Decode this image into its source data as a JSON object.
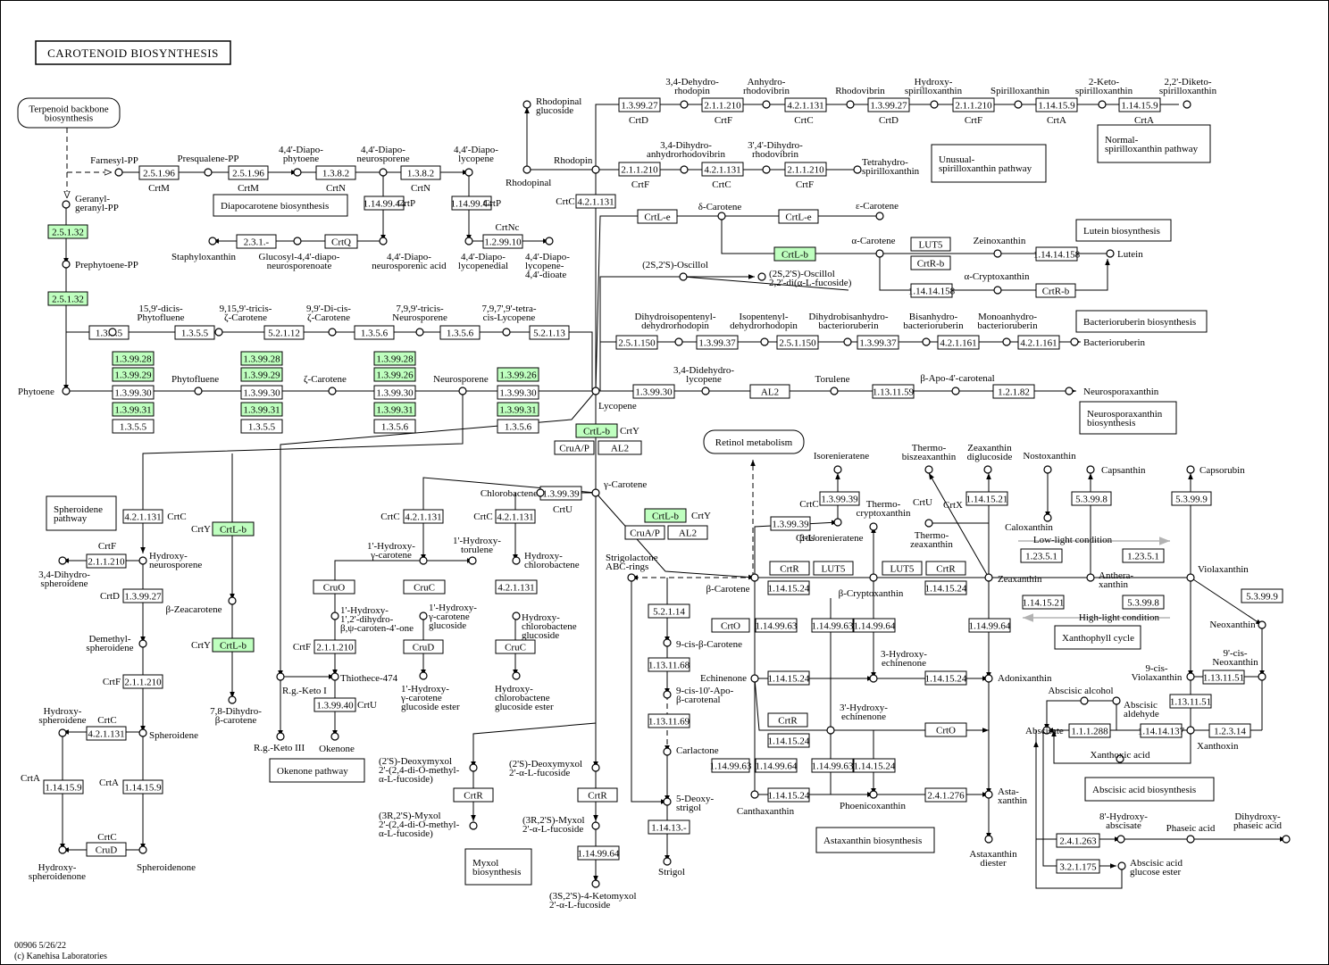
{
  "title": "CAROTENOID BIOSYNTHESIS",
  "footer": {
    "code": "00906 5/26/22",
    "copyright": "(c) Kanehisa Laboratories"
  },
  "colors": {
    "highlight": "#bfffbf",
    "box": "#ffffff",
    "line": "#000000",
    "arrow_grey": "#b3b3b3"
  },
  "legend_arrows": {
    "low_light": "Low-light condition",
    "high_light": "High-light condition"
  },
  "pathway_maps": [
    "Terpenoid backbone\nbiosynthesis",
    "Diapocarotene biosynthesis",
    "Unusual-\nspirilloxanthin pathway",
    "Normal-\nspirilloxanthin pathway",
    "Lutein biosynthesis",
    "Bacterioruberin biosynthesis",
    "Neurosporaxanthin\nbiosynthesis",
    "Retinol metabolism",
    "Spheroidene\npathway",
    "Okenone pathway",
    "Myxol\nbiosynthesis",
    "Xanthophyll cycle",
    "Abscisic acid biosynthesis",
    "Astaxanthin biosynthesis"
  ],
  "enzymes": [
    "2.5.1.32",
    "2.5.1.32",
    "2.5.1.96",
    "2.5.1.96",
    "1.3.8.2",
    "1.3.8.2",
    "1.14.99.44",
    "1.14.99.44",
    "1.2.99.10",
    "2.3.1.-",
    "CrtQ",
    "1.3.5.5",
    "1.3.5.5",
    "5.2.1.12",
    "1.3.5.6",
    "1.3.5.6",
    "5.2.1.13",
    "1.3.99.28",
    "1.3.99.29",
    "1.3.99.30",
    "1.3.99.31",
    "1.3.5.5",
    "1.3.99.28",
    "1.3.99.29",
    "1.3.99.30",
    "1.3.99.31",
    "1.3.5.5",
    "1.3.99.28",
    "1.3.99.26",
    "1.3.99.30",
    "1.3.99.31",
    "1.3.5.6",
    "1.3.99.26",
    "1.3.99.30",
    "1.3.99.31",
    "1.3.5.6",
    "1.3.99.27",
    "2.1.1.210",
    "4.2.1.131",
    "1.3.99.27",
    "2.1.1.210",
    "1.14.15.9",
    "1.14.15.9",
    "2.1.1.210",
    "4.2.1.131",
    "2.1.1.210",
    "4.2.1.131",
    "CrtL-e",
    "CrtL-e",
    "CrtL-b",
    "LUT5",
    "CrtR-b",
    "1.14.14.158",
    "1.14.14.158",
    "CrtR-b",
    "2.5.1.150",
    "1.3.99.37",
    "2.5.1.150",
    "1.3.99.37",
    "4.2.1.161",
    "4.2.1.161",
    "1.3.99.30",
    "AL2",
    "1.13.11.59",
    "1.2.1.82",
    "CrtL-b",
    "CruA/P",
    "AL2",
    "1.3.99.39",
    "CrtL-b",
    "CruA/P",
    "AL2",
    "4.2.1.131",
    "2.1.1.210",
    "1.3.99.27",
    "2.1.1.210",
    "1.14.15.9",
    "4.2.1.131",
    "1.14.15.9",
    "CrtL-b",
    "CrtL-b",
    "4.2.1.131",
    "CruO",
    "2.1.1.210",
    "1.3.99.40",
    "4.2.1.131",
    "CruC",
    "CruD",
    "4.2.1.131",
    "CruC",
    "CruD",
    "CrtR",
    "CrtR",
    "1.14.99.64",
    "5.2.1.14",
    "1.13.11.68",
    "1.13.11.69",
    "1.14.13.-",
    "1.3.99.39",
    "1.3.99.39",
    "CrtR",
    "LUT5",
    "1.14.15.24",
    "LUT5",
    "CrtR",
    "1.14.15.24",
    "CrtO",
    "1.14.99.63",
    "1.14.99.63",
    "1.14.99.64",
    "1.14.99.64",
    "1.14.15.24",
    "CrtR",
    "1.14.15.24",
    "1.14.15.24",
    "CrtO",
    "1.14.99.63",
    "1.14.99.64",
    "1.14.99.63",
    "1.14.15.24",
    "1.14.15.24",
    "2.4.1.276",
    "1.14.15.21",
    "1.23.5.1",
    "1.14.15.21",
    "1.23.5.1",
    "5.3.99.8",
    "5.3.99.8",
    "5.3.99.9",
    "5.3.99.9",
    "1.13.11.51",
    "1.13.11.51",
    "1.2.3.14",
    "1.1.1.288",
    "1.14.14.137",
    "2.4.1.263",
    "3.2.1.175"
  ],
  "compounds": [
    "Farnesyl-PP",
    "Presqualene-PP",
    "4,4'-Diapo-\nphytoene",
    "4,4'-Diapo-\nneurosporene",
    "4,4'-Diapo-\nlycopene",
    "Geranyl-\ngeranyl-PP",
    "Prephytoene-PP",
    "Phytoene",
    "Phytofluene",
    "ζ-Carotene",
    "Neurosporene",
    "Lycopene",
    "15,9'-dicis-\nPhytofluene",
    "9,15,9'-tricis-\nζ-Carotene",
    "9,9'-Di-cis-\nζ-Carotene",
    "7,9,9'-tricis-\nNeurosporene",
    "7,9,7',9'-tetra-\ncis-Lycopene",
    "Staphyloxanthin",
    "Glucosyl-4,4'-diapo-\nneurosporenoate",
    "4,4'-Diapo-\nneurosporenic acid",
    "4,4'-Diapo-\nlycopenedial",
    "4,4'-Diapo-\nlycopene-\n4,4'-dioate",
    "Rhodopinal\nglucoside",
    "Rhodopinal",
    "Rhodopin",
    "3,4-Dehydro-\nrhodopin",
    "Anhydro-\nrhodovibrin",
    "Rhodovibrin",
    "Hydroxy-\nspirilloxanthin",
    "Spirilloxanthin",
    "2-Keto-\nspirilloxanthin",
    "2,2'-Diketo-\nspirilloxanthin",
    "3,4-Dihydro-\nanhydrorhodovibrin",
    "3',4'-Dihydro-\nrhodovibrin",
    "Tetrahydro-\nspirilloxanthin",
    "δ-Carotene",
    "ε-Carotene",
    "α-Carotene",
    "Zeinoxanthin",
    "Lutein",
    "α-Cryptoxanthin",
    "(2S,2'S)-Oscillol",
    "(2S,2'S)-Oscillol\n2,2'-di(α-L-fucoside)",
    "Dihydroisopentenyl-\ndehydrorhodopin",
    "Isopentenyl-\ndehydrorhodopin",
    "Dihydrobisanhydro-\nbacterioruberin",
    "Bisanhydro-\nbacterioruberin",
    "Monoanhydro-\nbacterioruberin",
    "Bacterioruberin",
    "3,4-Didehydro-\nlycopene",
    "Torulene",
    "β-Apo-4'-carotenal",
    "Neurosporaxanthin",
    "γ-Carotene",
    "Chlorobactene",
    "β-Carotene",
    "β-Zeacarotene",
    "7,8-Dihydro-\nβ-carotene",
    "Hydroxy-\nneurosporene",
    "3,4-Dihydro-\nspheroidene",
    "Demethyl-\nspheroidene",
    "Spheroidene",
    "Hydroxy-\nspheroidene",
    "Hydroxy-\nspheroidenone",
    "Spheroidenone",
    "1'-Hydroxy-\nγ-carotene",
    "1'-Hydroxy-\ntorulene",
    "Hydroxy-\nchlorobactene",
    "1'-Hydroxy-\n1',2'-dihydro-\nβ,ψ-caroten-4'-one",
    "1'-Hydroxy-\nγ-carotene\nglucoside",
    "Hydroxy-\nchlorobactene\nglucoside",
    "1'-Hydroxy-\nγ-carotene\nglucoside ester",
    "Hydroxy-\nchlorobactene\nglucoside ester",
    "Thiothece-474",
    "R.g.-Keto I",
    "R.g.-Keto III",
    "Okenone",
    "(2'S)-Deoxymyxol\n2'-(2,4-di-O-methyl-\nα-L-fucoside)",
    "(3R,2'S)-Myxol\n2'-(2,4-di-O-methyl-\nα-L-fucoside)",
    "(2'S)-Deoxymyxol\n2'-α-L-fucoside",
    "(3R,2'S)-Myxol\n2'-α-L-fucoside",
    "(3S,2'S)-4-Ketomyxol\n2'-α-L-fucoside",
    "Strigolactone\nABC-rings",
    "9-cis-β-Carotene",
    "9-cis-10'-Apo-\nβ-carotenal",
    "Carlactone",
    "5-Deoxy-\nstrigol",
    "Strigol",
    "Isorenieratene",
    "β-Isorenieratene",
    "Thermo-\nbiszeaxanthin",
    "Zeaxanthin\ndiglucoside",
    "Nostoxanthin",
    "Thermo-\ncryptoxanthin",
    "Thermo-\nzeaxanthin",
    "Caloxanthin",
    "Zeaxanthin",
    "β-Cryptoxanthin",
    "Echinenone",
    "3-Hydroxy-\nechinenone",
    "3'-Hydroxy-\nechinenone",
    "Adonixanthin",
    "Canthaxanthin",
    "Phoenicoxanthin",
    "Asta-\nxanthin",
    "Astaxanthin\ndiester",
    "Capsanthin",
    "Capsorubin",
    "Anthera-\nxanthin",
    "Violaxanthin",
    "Neoxanthin",
    "9'-cis-\nNeoxanthin",
    "9-cis-\nViolaxanthin",
    "Xanthoxin",
    "Abscisic alcohol",
    "Abscisic\naldehyde",
    "Abscisate",
    "Xanthoxic acid",
    "8'-Hydroxy-\nabscisate",
    "Phaseic acid",
    "Dihydroxy-\nphaseic acid",
    "Abscisic acid\nglucose ester"
  ],
  "gene_labels": [
    "CrtM",
    "CrtM",
    "CrtN",
    "CrtN",
    "CrtP",
    "CrtP",
    "CrtNc",
    "CrtC",
    "CrtD",
    "CrtF",
    "CrtC",
    "CrtD",
    "CrtF",
    "CrtA",
    "CrtA",
    "CrtF",
    "CrtC",
    "CrtF",
    "CrtY",
    "CrtY",
    "CrtU",
    "CrtC",
    "CrtF",
    "CrtD",
    "CrtF",
    "CrtC",
    "CrtA",
    "CrtC",
    "CrtA",
    "CrtY",
    "CrtY",
    "CrtC",
    "CrtF",
    "CrtU",
    "CrtC",
    "CrtC",
    "CrtU",
    "CrtU",
    "CrtX"
  ]
}
